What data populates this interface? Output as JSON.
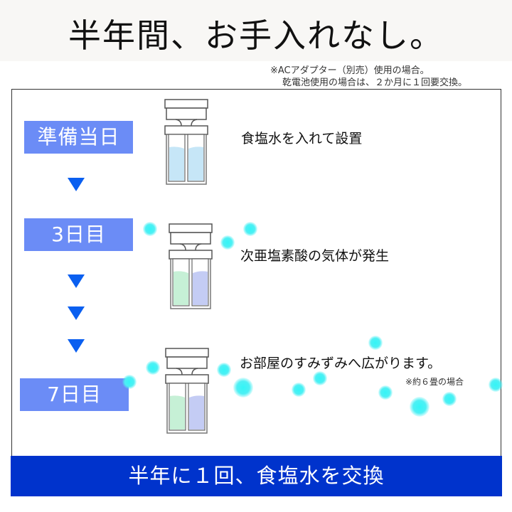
{
  "header": {
    "title": "半年間、お手入れなし。",
    "background": "#f8f7f5"
  },
  "notes": {
    "line1": "※ACアダプター（別売）使用の場合。",
    "line2": "乾電池使用の場合は、２か月に１回要交換。"
  },
  "steps": [
    {
      "label": "準備当日",
      "description": "食塩水を入れて設置",
      "device_state": "blue-water"
    },
    {
      "label": "3日目",
      "description": "次亜塩素酸の気体が発生",
      "device_state": "green-purple"
    },
    {
      "label": "7日目",
      "description": "お部屋のすみずみへ広がります。",
      "subnote": "※約６畳の場合",
      "device_state": "green-purple"
    }
  ],
  "banner": {
    "text": "半年に１回、食塩水を交換",
    "background": "#0033cc"
  },
  "colors": {
    "step_label_bg": "#6b8cf6",
    "arrow": "#0a5ff0",
    "particle": "#33f5f7",
    "water_blue": "#c6e6f7",
    "liquid_green": "#c6f0d6",
    "liquid_purple": "#c4ccf4"
  }
}
